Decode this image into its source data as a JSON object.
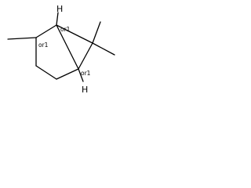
{
  "molecule": {
    "atoms": {
      "h_top": "H",
      "h_bottom": "H"
    },
    "stereo_labels": {
      "top_bridgehead": "or1",
      "methyl_carbon": "or1",
      "bottom_bridgehead": "or1"
    }
  }
}
